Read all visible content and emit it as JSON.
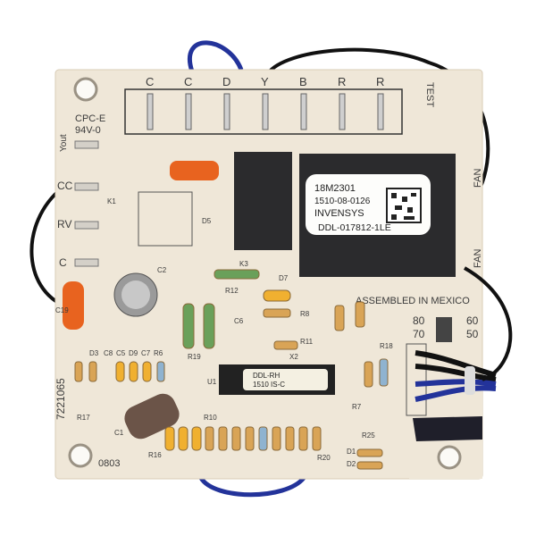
{
  "board": {
    "terminals": [
      "C",
      "C",
      "D",
      "Y",
      "B",
      "R",
      "R"
    ],
    "test_label": "TEST",
    "cert_mark": [
      "CPC-E",
      "94V-0"
    ],
    "left_terminals": [
      "Yout",
      "CC",
      "RV",
      "C"
    ],
    "fan_labels": [
      "FAN",
      "FAN"
    ],
    "part_number": "7221065",
    "date_code": "0803",
    "assembled": "ASSEMBLED IN MEXICO",
    "speed_labels": [
      "80",
      "70",
      "60",
      "50"
    ],
    "refs": [
      "K1",
      "K3",
      "C1",
      "C2",
      "C19",
      "U1",
      "R12",
      "R19",
      "D5",
      "D7",
      "X2",
      "R11",
      "R8",
      "C6",
      "D1",
      "D2",
      "R25",
      "R16",
      "R20",
      "R10",
      "R6",
      "C7",
      "D9",
      "C5",
      "C8",
      "D3",
      "R17",
      "R7",
      "R18"
    ]
  },
  "relay_label": {
    "line1": "18M2301",
    "line2": "1510-08-0126",
    "line3": "INVENSYS",
    "line4": "DDL-017812-1LE"
  },
  "ic_label": {
    "line1": "DDL-RH",
    "line2": "1510  IS-C"
  },
  "colors": {
    "board": "#efe7d8",
    "relay": "#2b2b2d",
    "wire_blue": "#23339a",
    "wire_black": "#111111"
  }
}
